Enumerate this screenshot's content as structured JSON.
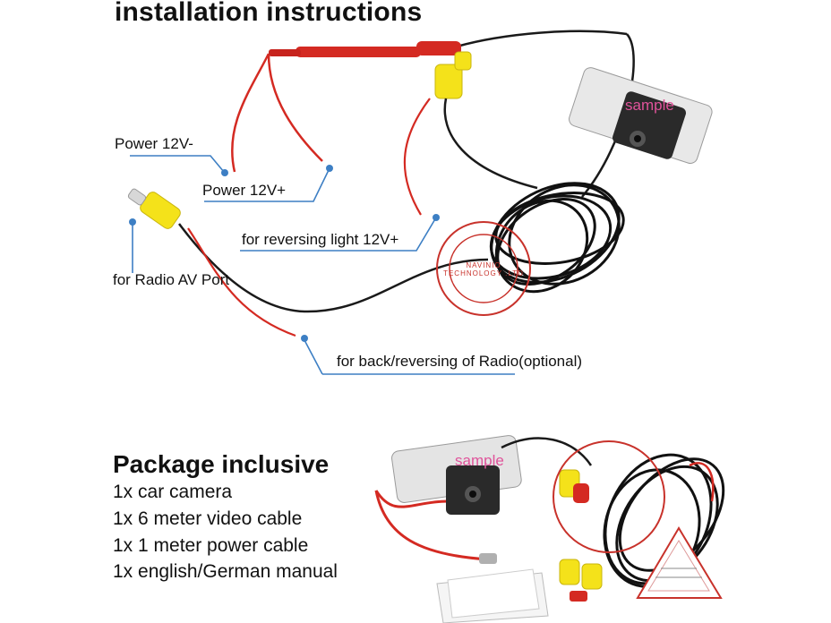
{
  "diagram": {
    "title": "installation instructions",
    "labels": {
      "power_neg": "Power 12V-",
      "power_pos": "Power 12V+",
      "reversing_light": "for reversing light 12V+",
      "radio_av": "for Radio AV Port",
      "back_reversing": "for back/reversing of Radio(optional)"
    },
    "watermarks": {
      "sample_top": "sample",
      "sample_bottom": "sample",
      "stamp_text": "NAVINIO TECHNOLOGY .LTD"
    }
  },
  "package": {
    "title": "Package inclusive",
    "items": [
      "1x car camera",
      "1x 6 meter video cable",
      "1x 1 meter power cable",
      "1x english/German manual"
    ]
  },
  "colors": {
    "wire_red": "#d42a22",
    "wire_black": "#1a1a1a",
    "connector_yellow": "#f4e21a",
    "pointer_blue": "#3d7fc4",
    "watermark_pink": "#e0539a",
    "stamp_red": "#c8322b"
  }
}
